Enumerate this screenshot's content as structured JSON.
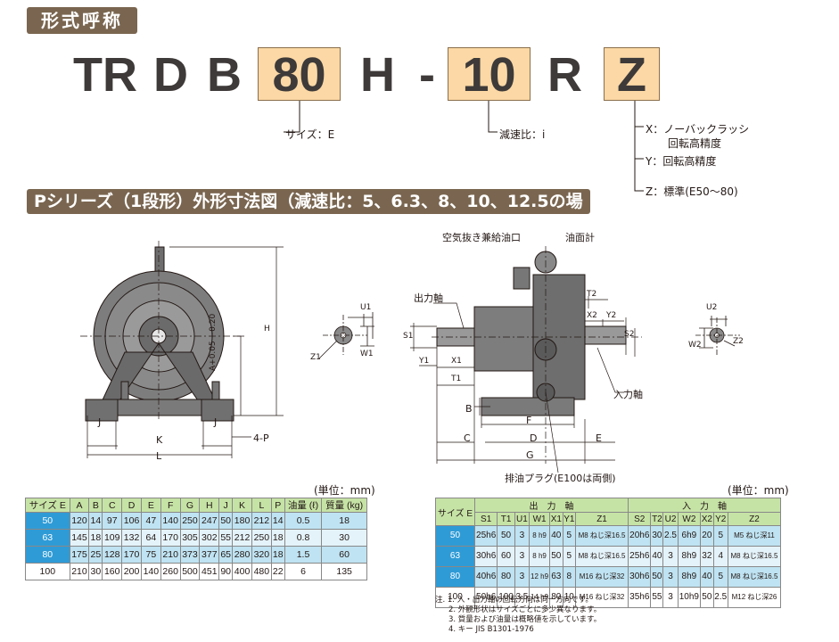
{
  "header1": "形式呼称",
  "code": {
    "tr": "TR",
    "d": "D",
    "b": "B",
    "size": "80",
    "h": "H",
    "dash": "-",
    "ratio": "10",
    "r": "R",
    "z": "Z"
  },
  "labels": {
    "size": "サイズ：E",
    "ratio": "減速比：i",
    "x1": "X：ノーバックラッシ",
    "x2": "回転高精度",
    "y1": "Y：回転高精度",
    "z": "Z：標準(E50～80)"
  },
  "header2": "Pシリーズ（1段形）外形寸法図（減速比：5、6.3、8、10、12.5の場合）",
  "drawing": {
    "h": "H",
    "a": "A+0.05 −0.20",
    "j": "J",
    "k": "K",
    "l": "L",
    "p": "4-P",
    "u1": "U1",
    "w1": "W1",
    "z1": "Z1",
    "air": "空気抜き兼給油口",
    "oil_gauge": "油面計",
    "out_shaft": "出力軸",
    "t2": "T2",
    "x2": "X2",
    "y2": "Y2",
    "s2": "S2",
    "s1": "S1",
    "y1": "Y1",
    "x1": "X1",
    "t1": "T1",
    "in_shaft": "入力軸",
    "b": "B",
    "f": "F",
    "c": "C",
    "d": "D",
    "e": "E",
    "g": "G",
    "drain": "排油プラグ(E100は両側)",
    "u2": "U2",
    "w2": "W2",
    "z2": "Z2"
  },
  "unit": "(単位：mm)",
  "table1": {
    "headers": [
      "サイズ E",
      "A",
      "B",
      "C",
      "D",
      "E",
      "F",
      "G",
      "H",
      "J",
      "K",
      "L",
      "P",
      "油量 (ℓ)",
      "質量 (kg)"
    ],
    "rows": [
      [
        "50",
        "120",
        "14",
        "97",
        "106",
        "47",
        "140",
        "250",
        "247",
        "50",
        "180",
        "212",
        "14",
        "0.5",
        "18"
      ],
      [
        "63",
        "145",
        "18",
        "109",
        "132",
        "64",
        "170",
        "305",
        "302",
        "55",
        "212",
        "250",
        "18",
        "0.8",
        "30"
      ],
      [
        "80",
        "175",
        "25",
        "128",
        "170",
        "75",
        "210",
        "373",
        "377",
        "65",
        "280",
        "320",
        "18",
        "1.5",
        "60"
      ],
      [
        "100",
        "210",
        "30",
        "160",
        "200",
        "140",
        "260",
        "500",
        "451",
        "90",
        "400",
        "480",
        "22",
        "6",
        "135"
      ]
    ]
  },
  "table2": {
    "group_out": "出　力　軸",
    "group_in": "入　力　軸",
    "size_header": "サイズ E",
    "sub_headers": [
      "S1",
      "T1",
      "U1",
      "W1",
      "X1",
      "Y1",
      "Z1",
      "S2",
      "T2",
      "U2",
      "W2",
      "X2",
      "Y2",
      "Z2"
    ],
    "rows": [
      [
        "50",
        "25h6",
        "50",
        "3",
        "8 h9",
        "40",
        "5",
        "M8 ねじ深16.5",
        "20h6",
        "30",
        "2.5",
        "6h9",
        "20",
        "5",
        "M5 ねじ深11"
      ],
      [
        "63",
        "30h6",
        "60",
        "3",
        "8 h9",
        "50",
        "5",
        "M8 ねじ深16.5",
        "25h6",
        "40",
        "3",
        "8h9",
        "32",
        "4",
        "M8 ねじ深16.5"
      ],
      [
        "80",
        "40h6",
        "80",
        "3",
        "12 h9",
        "63",
        "8",
        "M16 ねじ深32",
        "30h6",
        "50",
        "3",
        "8h9",
        "40",
        "5",
        "M8 ねじ深16.5"
      ],
      [
        "100",
        "50h6",
        "100",
        "3.5",
        "14 h9",
        "80",
        "10",
        "M16 ねじ深32",
        "35h6",
        "55",
        "3",
        "10h9",
        "50",
        "2.5",
        "M12 ねじ深26"
      ]
    ]
  },
  "notes": [
    "注. 1. 入・出力軸の回転方向は同一方向です。",
    "2. 外観形状はサイズごとに多少異なります。",
    "3. 質量および油量は概略値を示しています。",
    "4. キー JIS B1301-1976"
  ],
  "colors": {
    "header_bg": "#7a6650",
    "code_box": "#fbd8a5",
    "table_header": "#c6e3a6",
    "size_cell": "#2f9bd6",
    "row_light": "#e4f3fa",
    "row_mid": "#bfe3f2"
  }
}
